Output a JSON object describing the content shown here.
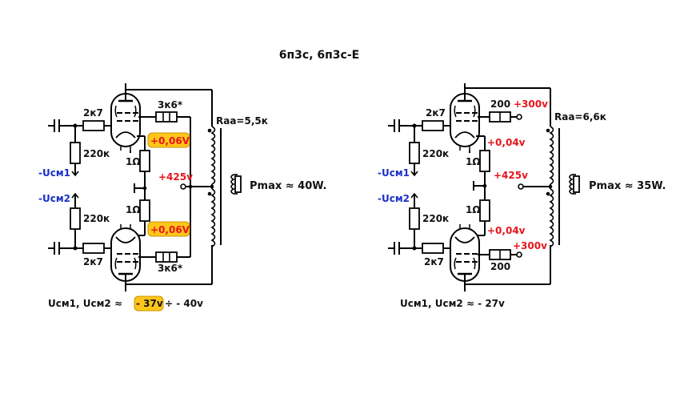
{
  "title": "6п3с, 6п3с-Е",
  "colors": {
    "wire": "#000000",
    "voltage_red": "#e8141c",
    "bias_blue": "#1a30c8",
    "highlight": "#ffc61a"
  },
  "left": {
    "grid_resistor": "2к7",
    "bias_resistor": "220к",
    "screen_resistor": "3к6*",
    "cathode_resistor_top": "1Ω",
    "cathode_resistor_bottom": "1Ω",
    "cathode_voltage_top": "+0,06V",
    "cathode_voltage_bottom": "+0,06V",
    "supply_voltage": "+425v",
    "bias1": "-Uсм1",
    "bias2": "-Uсм2",
    "raa": "Raa=5,5к",
    "pmax": "Pmax ≈ 40W.",
    "bias_note_prefix": "Uсм1, Uсм2 ≈",
    "bias_note_highlight": "- 37v",
    "bias_note_suffix": "÷ - 40v"
  },
  "right": {
    "grid_resistor": "2к7",
    "bias_resistor": "220к",
    "screen_resistor": "200",
    "screen_voltage_top": "+300v",
    "screen_voltage_bottom": "+300v",
    "cathode_resistor_top": "1Ω",
    "cathode_resistor_bottom": "1Ω",
    "cathode_voltage_top": "+0,04v",
    "cathode_voltage_bottom": "+0,04v",
    "supply_voltage": "+425v",
    "bias1": "-Uсм1",
    "bias2": "-Uсм2",
    "raa": "Raa=6,6к",
    "pmax": "Pmax ≈ 35W.",
    "bias_note": "Uсм1, Uсм2 ≈ - 27v"
  }
}
